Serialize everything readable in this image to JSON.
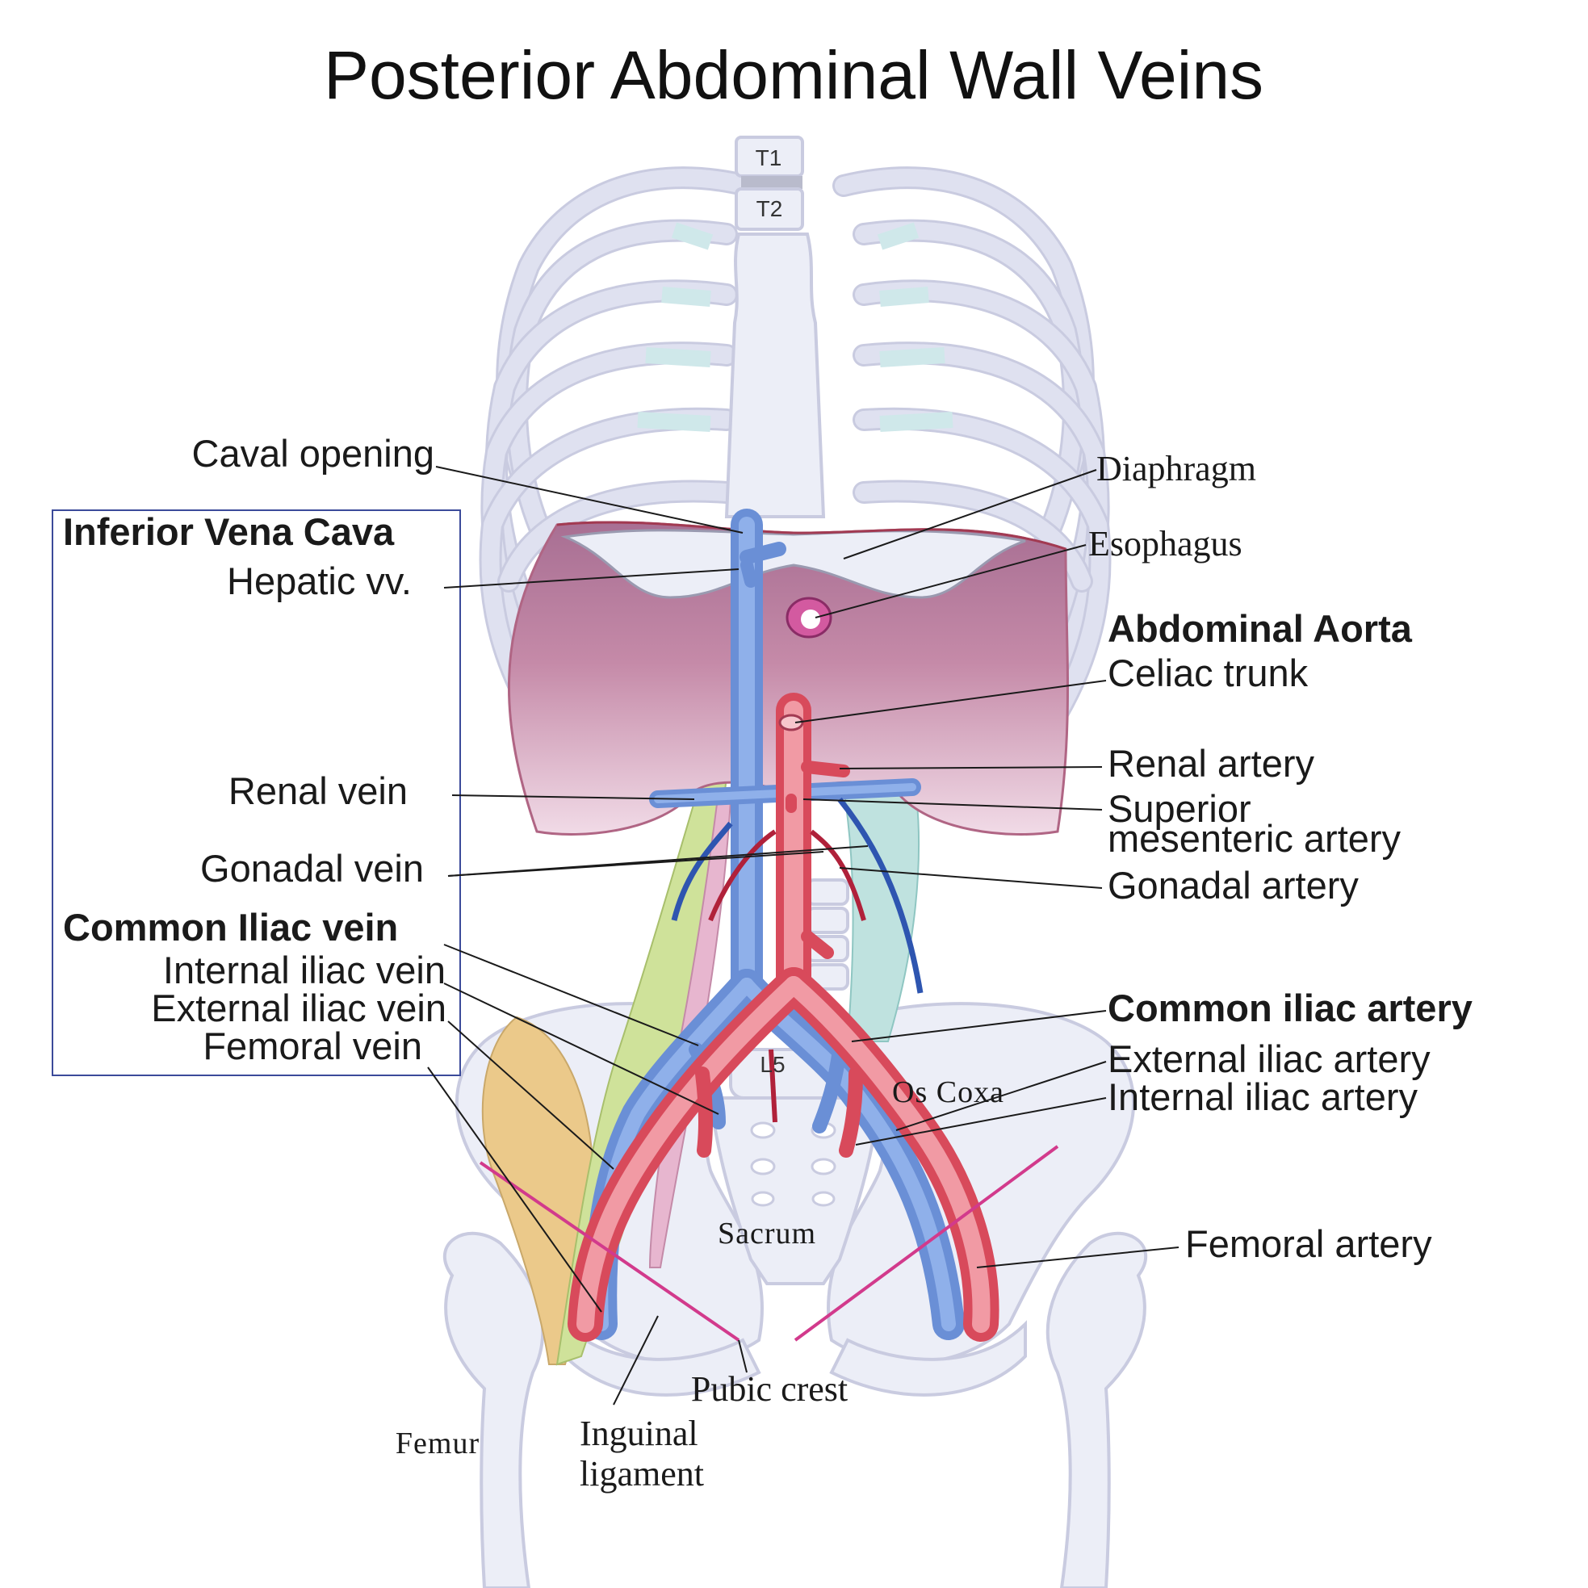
{
  "title": "Posterior Abdominal Wall Veins",
  "vertebrae": {
    "t1": "T1",
    "t2": "T2",
    "l5": "L5"
  },
  "left_labels": {
    "caval_opening": "Caval opening",
    "ivc_heading": "Inferior Vena Cava",
    "hepatic": "Hepatic vv.",
    "renal_vein": "Renal vein",
    "gonadal_vein": "Gonadal vein",
    "common_iliac_vein": "Common Iliac vein",
    "internal_iliac_vein": "Internal iliac vein",
    "external_iliac_vein": "External iliac vein",
    "femoral_vein": "Femoral vein"
  },
  "right_labels": {
    "diaphragm": "Diaphragm",
    "esophagus": "Esophagus",
    "aorta_heading": "Abdominal Aorta",
    "celiac": "Celiac trunk",
    "renal_artery": "Renal artery",
    "sma_line1": "Superior",
    "sma_line2": "mesenteric artery",
    "gonadal_artery": "Gonadal artery",
    "common_iliac_artery": "Common iliac artery",
    "external_iliac_artery": "External iliac artery",
    "internal_iliac_artery": "Internal iliac artery",
    "femoral_artery": "Femoral artery"
  },
  "structure_labels": {
    "os_coxa": "Os Coxa",
    "sacrum": "Sacrum",
    "femur": "Femur",
    "pubic_crest": "Pubic crest",
    "inguinal_line1": "Inguinal",
    "inguinal_line2": "ligament"
  },
  "colors": {
    "vein": "#6a8fd6",
    "artery": "#d84a5b",
    "diaphragm": "#c58aa8",
    "bone": "#eceef7",
    "box_border": "#3b4a9a"
  }
}
